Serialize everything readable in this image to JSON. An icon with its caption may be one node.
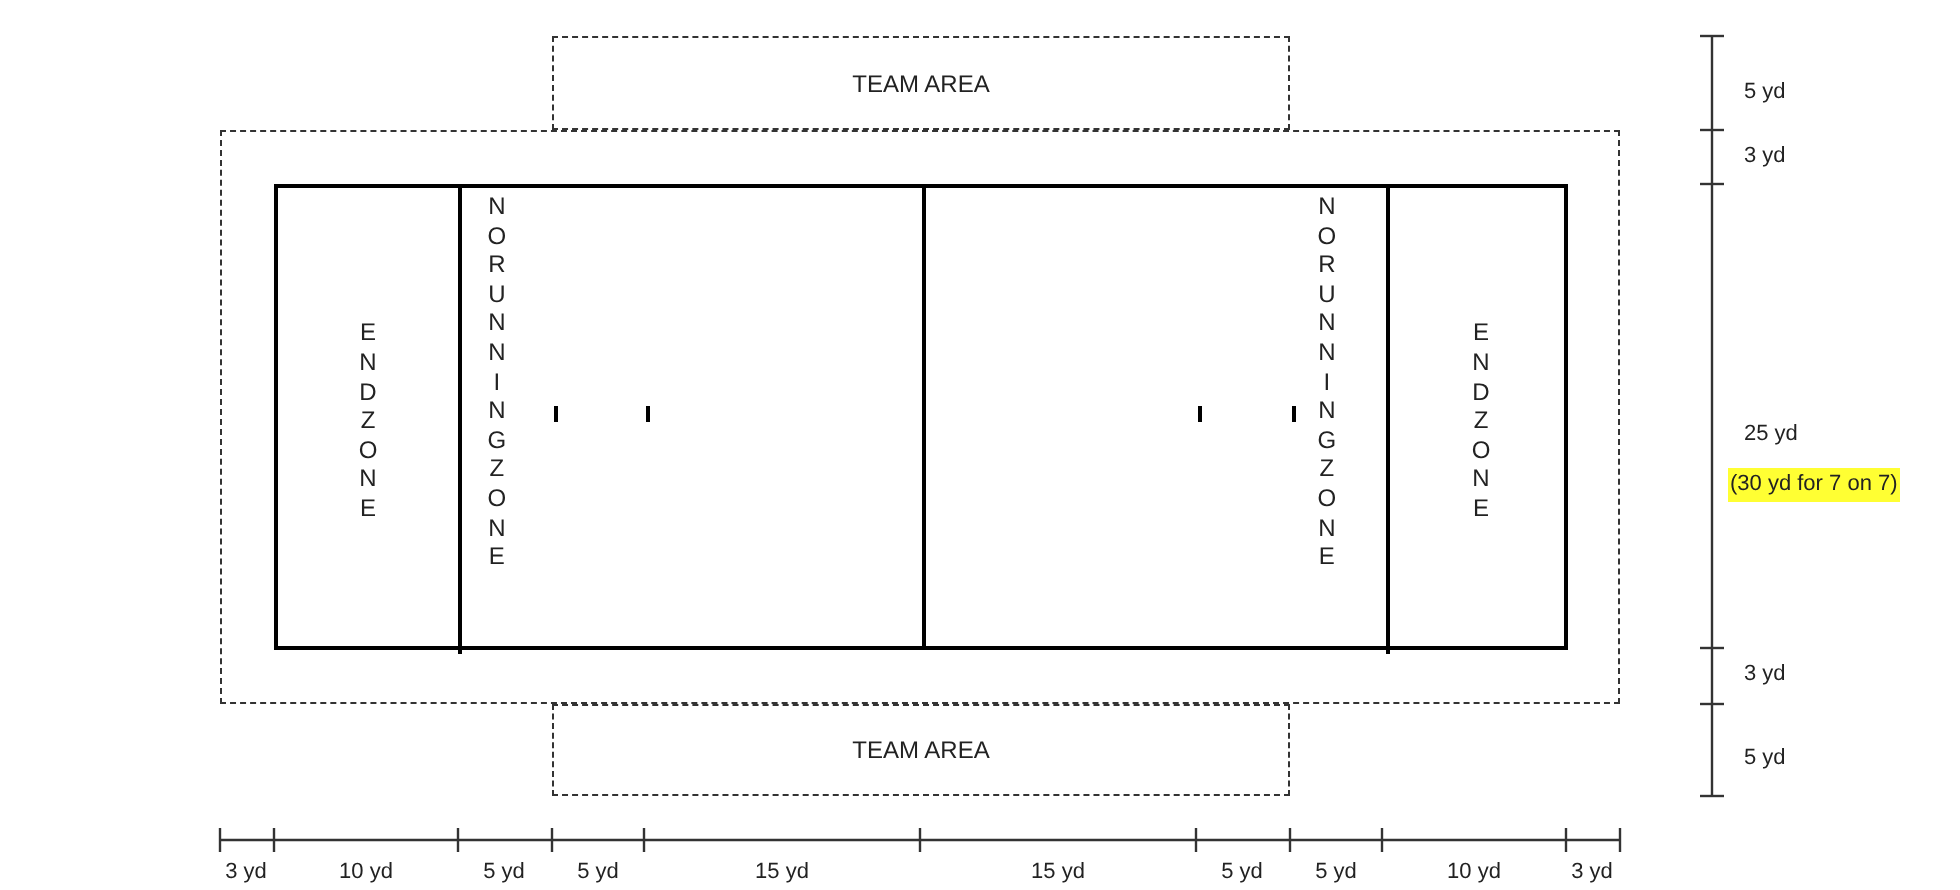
{
  "diagram": {
    "nodes": [
      {
        "text": [
          "TEAM AREA"
        ]
      },
      {
        "text": [],
        "shape": "box"
      },
      {
        "text": [],
        "shape": "box",
        "in": 1
      },
      {
        "text": [
          "END ZONE"
        ],
        "in": 2
      },
      {
        "text": [
          "END ZONE"
        ],
        "in": 2
      },
      {
        "text": [
          "TEAM AREA"
        ]
      }
    ],
    "labels": [
      "NO RUNNING ZONE",
      "NO RUNNING ZONE",
      "5 yd",
      "3 yd",
      "25 yd",
      "(30 yd for 7 on 7)",
      "3 yd",
      "5 yd",
      "3 yd",
      "10 yd",
      "5 yd",
      "5 yd",
      "15 yd",
      "15 yd",
      "5 yd",
      "5 yd",
      "10 yd",
      "3 yd"
    ]
  }
}
